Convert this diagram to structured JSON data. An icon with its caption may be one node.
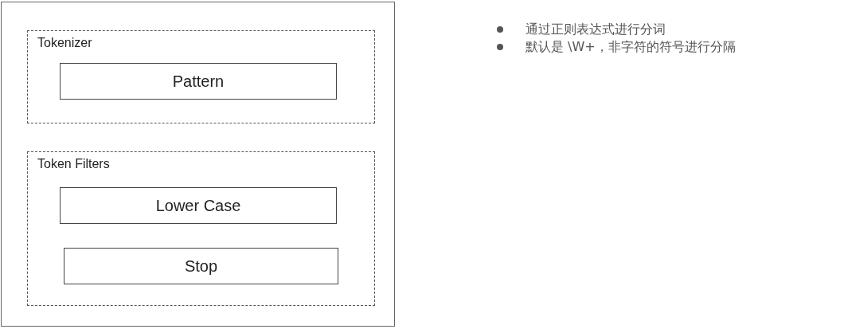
{
  "diagram": {
    "nodes": [
      {
        "text": [],
        "shape": "box"
      },
      {
        "text": [
          "Tokenizer"
        ],
        "in": 0
      },
      {
        "text": [
          "Pattern"
        ],
        "in": 1
      },
      {
        "text": [
          "Token Filters"
        ],
        "in": 0
      },
      {
        "text": [
          "Lower Case"
        ],
        "in": 3
      },
      {
        "text": [
          "Stop"
        ],
        "in": 3
      }
    ],
    "edges": [],
    "labels": [
      "通过正则表达式进行分词",
      "默认是 \\W+，非字符的符号进行分隔"
    ]
  }
}
